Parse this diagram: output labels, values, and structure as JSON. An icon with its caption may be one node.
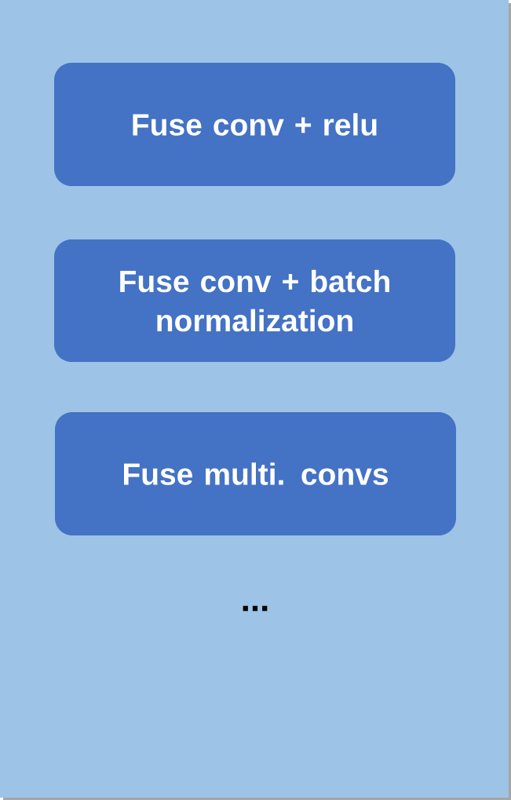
{
  "diagram": {
    "nodes": [
      {
        "text": [
          "Fuse conv + relu"
        ]
      },
      {
        "text": [
          "Fuse conv + batch normalization"
        ]
      },
      {
        "text": [
          "Fuse multi. convs"
        ]
      }
    ],
    "labels": [
      "..."
    ]
  }
}
